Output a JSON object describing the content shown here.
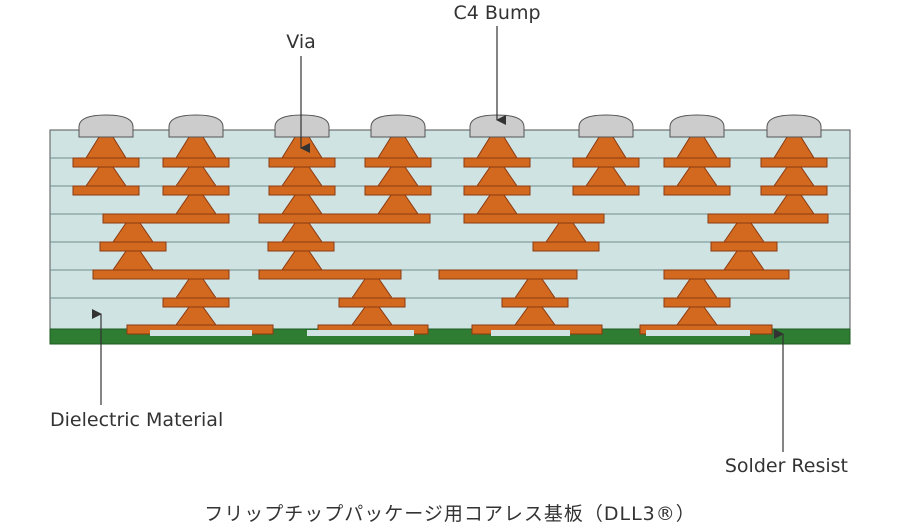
{
  "labels": {
    "c4_bump": "C4 Bump",
    "via": "Via",
    "dielectric": "Dielectric Material",
    "solder_resist": "Solder Resist"
  },
  "caption": "フリップチップパッケージ用コアレス基板（DLL3®）",
  "colors": {
    "dielectric": "#cfe3e3",
    "copper": "#d2691e",
    "copper_edge": "#8b3a12",
    "solder_resist": "#2e7d32",
    "bump": "#cccccc",
    "line": "#333333"
  }
}
